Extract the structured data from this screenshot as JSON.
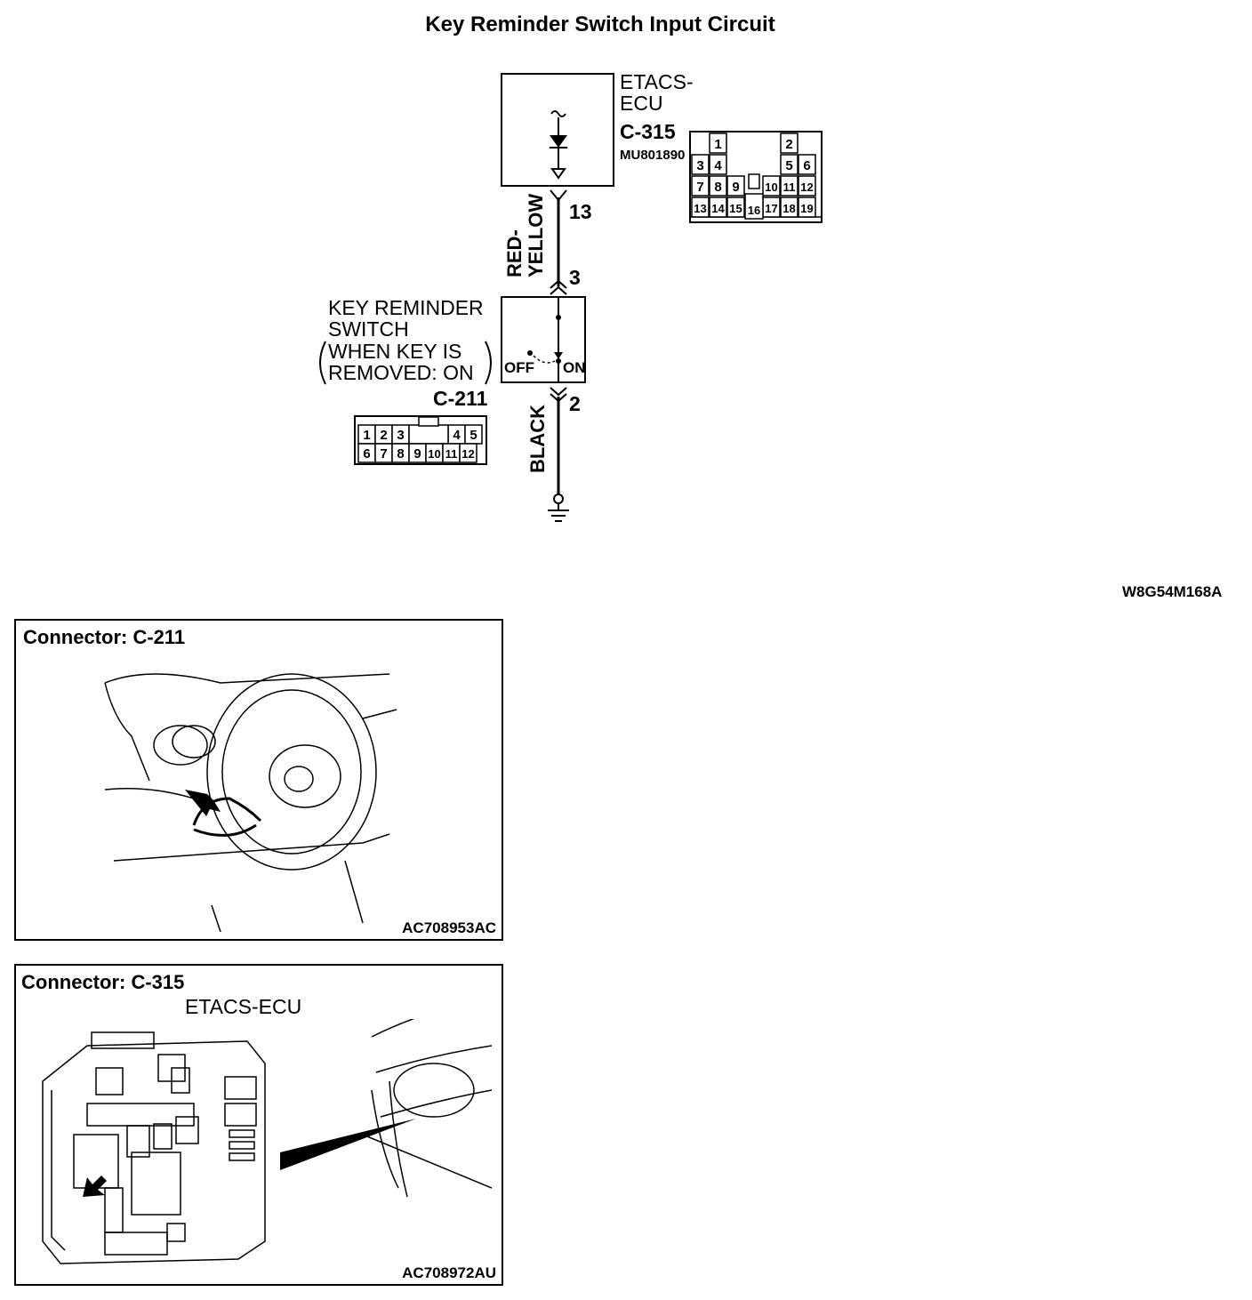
{
  "title": "Key Reminder Switch Input Circuit",
  "ecu": {
    "name_line1": "ETACS-",
    "name_line2": "ECU",
    "connector": "C-315",
    "part_no": "MU801890",
    "pin": "13",
    "pins": [
      "1",
      "2",
      "3",
      "4",
      "5",
      "6",
      "7",
      "8",
      "9",
      "10",
      "11",
      "12",
      "13",
      "14",
      "15",
      "16",
      "17",
      "18",
      "19"
    ]
  },
  "wire_upper": {
    "line1": "RED-",
    "line2": "YELLOW"
  },
  "switch": {
    "name_line1": "KEY REMINDER",
    "name_line2": "SWITCH",
    "cond_line1": "WHEN KEY IS",
    "cond_line2": "REMOVED: ON",
    "connector": "C-211",
    "pin_top": "3",
    "pin_bottom": "2",
    "off_label": "OFF",
    "on_label": "ON",
    "pins": [
      "1",
      "2",
      "3",
      "4",
      "5",
      "6",
      "7",
      "8",
      "9",
      "10",
      "11",
      "12"
    ]
  },
  "wire_lower": "BLACK",
  "diagram_code": "W8G54M168A",
  "panel1": {
    "title": "Connector: C-211",
    "code": "AC708953AC"
  },
  "panel2": {
    "title": "Connector: C-315",
    "subtitle": "ETACS-ECU",
    "code": "AC708972AU"
  }
}
